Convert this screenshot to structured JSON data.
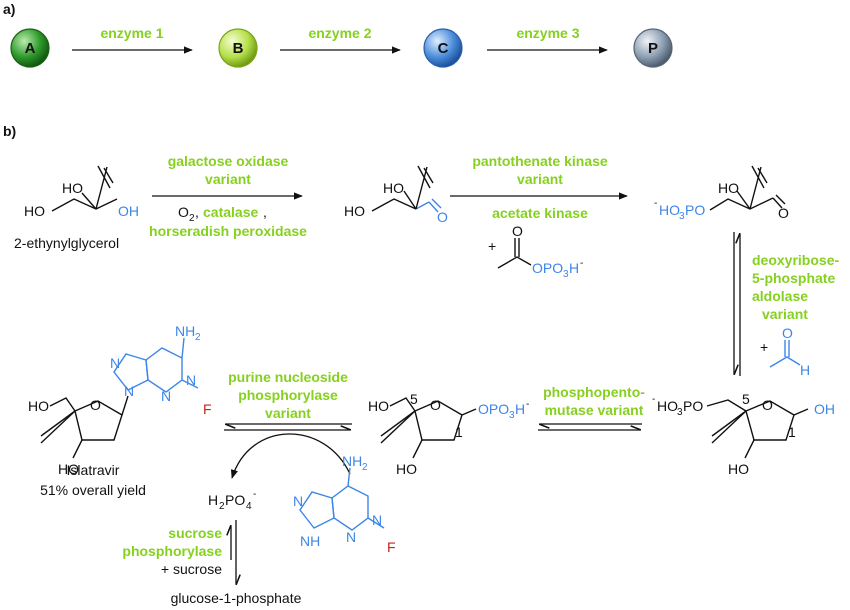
{
  "panel_labels": {
    "a": "a)",
    "b": "b)"
  },
  "colors": {
    "enzyme_green": "#86d01f",
    "atom_blue": "#3d86e8",
    "fluorine_red": "#c8231b",
    "node_A": "#2e9a2a",
    "node_B": "#b6e04a",
    "node_C": "#4d8fdc",
    "node_P": "#8ea0b4"
  },
  "cascade": {
    "nodes": [
      "A",
      "B",
      "C",
      "P"
    ],
    "enzymes": [
      "enzyme 1",
      "enzyme 2",
      "enzyme 3"
    ]
  },
  "compounds": {
    "start_name": "2-ethynylglycerol",
    "islatravir_name": "Islatravir",
    "islatravir_yield": "51% overall yield",
    "glucose": "glucose-1-phosphate",
    "phosphate": "H2PO4-",
    "sucrose": "+ sucrose",
    "plus": "+"
  },
  "steps": {
    "step1": {
      "enzyme_l1": "galactose oxidase",
      "enzyme_l2": "variant",
      "reagent_l1": "O2, catalase,",
      "reagent_l2": "horseradish peroxidase"
    },
    "step2": {
      "enzyme_l1": "pantothenate kinase",
      "enzyme_l2": "variant",
      "enzyme2": "acetate kinase"
    },
    "step3": {
      "enzyme_l1": "deoxyribose-",
      "enzyme_l2": "5-phosphate",
      "enzyme_l3": "aldolase",
      "enzyme_l4": "variant"
    },
    "step4": {
      "enzyme_l1": "phosphopento-",
      "enzyme_l2": "mutase variant"
    },
    "step5": {
      "enzyme_l1": "purine nucleoside",
      "enzyme_l2": "phosphorylase",
      "enzyme_l3": "variant"
    },
    "step6": {
      "enzyme_l1": "sucrose",
      "enzyme_l2": "phosphorylase"
    }
  },
  "atoms": {
    "HO": "HO",
    "OH": "OH",
    "O": "O",
    "H": "H",
    "N": "N",
    "F": "F",
    "NH2": "NH",
    "NH": "NH",
    "two": "2",
    "three": "3",
    "four": "4",
    "five": "5",
    "one": "1",
    "minus": "-",
    "HO3PO": "HO",
    "PO": "PO",
    "OPO3H": "OPO"
  }
}
